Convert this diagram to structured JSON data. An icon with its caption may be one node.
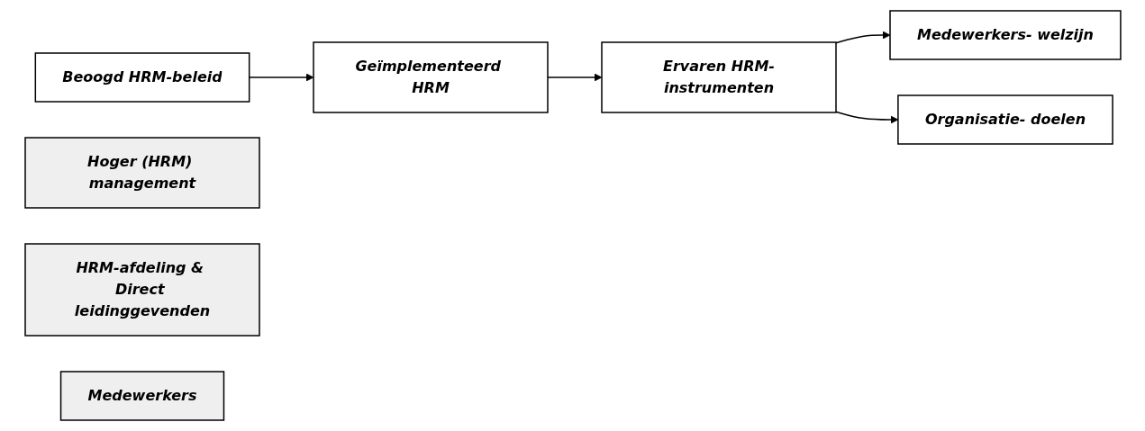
{
  "diagram": {
    "nodes": [
      {
        "text": [
          "Beoogd HRM-beleid"
        ]
      },
      {
        "text": [
          "Geïmplementeerd HRM"
        ]
      },
      {
        "text": [
          "Ervaren HRM-instrumenten"
        ]
      },
      {
        "text": [
          "Medewerkers- welzijn"
        ]
      },
      {
        "text": [
          "Organisatie- doelen"
        ]
      },
      {
        "text": [
          "Hoger (HRM) management"
        ]
      },
      {
        "text": [
          "HRM-afdeling & Direct leidinggevenden"
        ]
      },
      {
        "text": [
          "Medewerkers"
        ]
      }
    ],
    "edges": [
      {
        "from": 0,
        "to": 1,
        "arrow": "to"
      },
      {
        "from": 1,
        "to": 2,
        "arrow": "to"
      },
      {
        "from": 2,
        "to": 3,
        "arrow": "to"
      },
      {
        "from": 2,
        "to": 4,
        "arrow": "to"
      }
    ]
  }
}
